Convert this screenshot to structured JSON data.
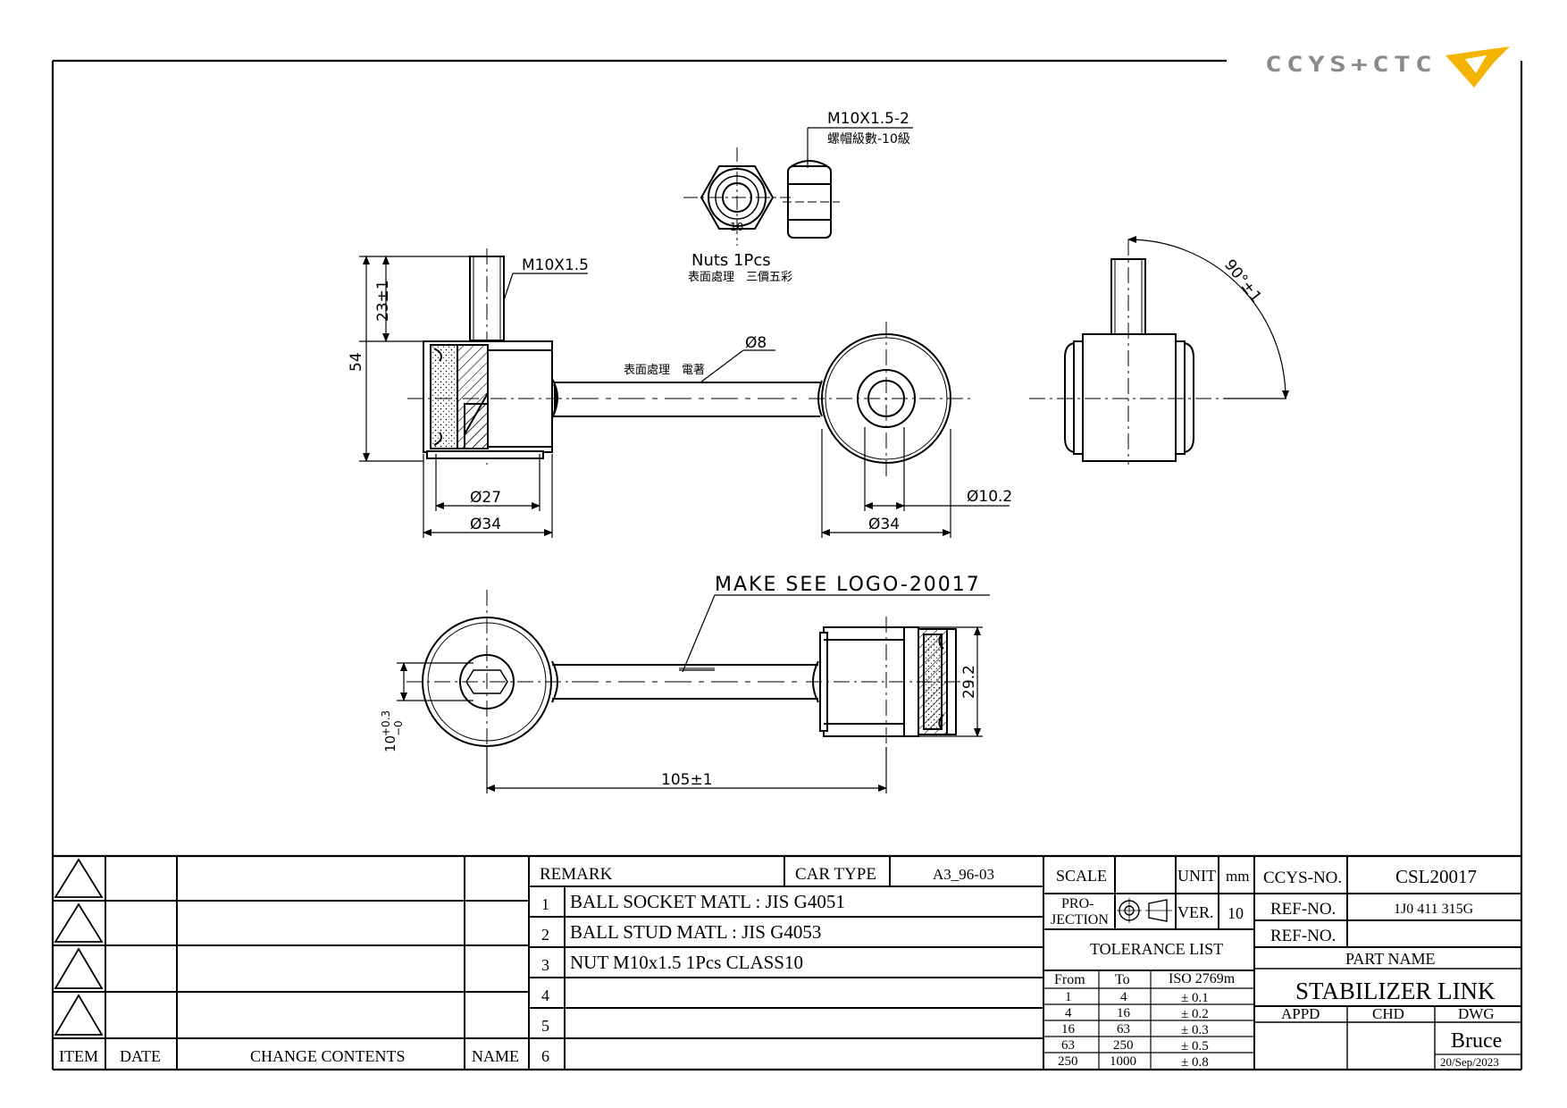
{
  "logo": {
    "text": "CCYS+CTC",
    "accent": "#f5b400"
  },
  "dimensions": {
    "thread_m10": "M10X1.5",
    "thread_nut": "M10X1.5-2",
    "nut_class": "螺帽級數-10級",
    "nuts_label": "Nuts 1Pcs",
    "nut_finish": "表面處理　三價五彩",
    "rod_finish": "表面處理　電著",
    "rod_dia": "Ø8",
    "stud_len": "23±1",
    "height": "54",
    "dia27": "Ø27",
    "dia34_left": "Ø34",
    "dia34_right": "Ø34",
    "dia10_2": "Ø10.2",
    "angle": "90°±1",
    "logo_note": "MAKE SEE LOGO-20017",
    "length": "105±1",
    "width": "29.2",
    "offset": "10",
    "offset_tol_upper": "+0.3",
    "offset_tol_lower": "−0",
    "nut_dim_mark": "10"
  },
  "revision_table": {
    "headers": [
      "ITEM",
      "DATE",
      "CHANGE CONTENTS",
      "NAME"
    ]
  },
  "remark": {
    "label": "REMARK",
    "car_type_label": "CAR TYPE",
    "car_type": "A3_96-03",
    "rows": [
      {
        "no": "1",
        "text": "BALL SOCKET MATL : JIS G4051"
      },
      {
        "no": "2",
        "text": "BALL STUD MATL : JIS G4053"
      },
      {
        "no": "3",
        "text": "NUT M10x1.5 1Pcs CLASS10"
      },
      {
        "no": "4",
        "text": ""
      },
      {
        "no": "5",
        "text": ""
      },
      {
        "no": "6",
        "text": ""
      }
    ]
  },
  "specs": {
    "scale_label": "SCALE",
    "unit_label": "UNIT",
    "unit": "mm",
    "projection_label_1": "PRO-",
    "projection_label_2": "JECTION",
    "ver_label": "VER.",
    "ver": "10",
    "tolerance_title": "TOLERANCE LIST",
    "tolerance_headers": [
      "From",
      "To",
      "ISO 2769m"
    ],
    "tolerance_rows": [
      {
        "from": "1",
        "to": "4",
        "tol": "± 0.1"
      },
      {
        "from": "4",
        "to": "16",
        "tol": "± 0.2"
      },
      {
        "from": "16",
        "to": "63",
        "tol": "± 0.3"
      },
      {
        "from": "63",
        "to": "250",
        "tol": "± 0.5"
      },
      {
        "from": "250",
        "to": "1000",
        "tol": "± 0.8"
      }
    ]
  },
  "title_block": {
    "ccys_no_label": "CCYS-NO.",
    "ccys_no": "CSL20017",
    "ref_no_label": "REF-NO.",
    "ref_no": "1J0 411 315G",
    "ref_no2_label": "REF-NO.",
    "ref_no2": "",
    "part_name_label": "PART NAME",
    "part_name": "STABILIZER LINK",
    "appd_label": "APPD",
    "chd_label": "CHD",
    "dwg_label": "DWG",
    "drawer": "Bruce",
    "date": "20/Sep/2023"
  }
}
